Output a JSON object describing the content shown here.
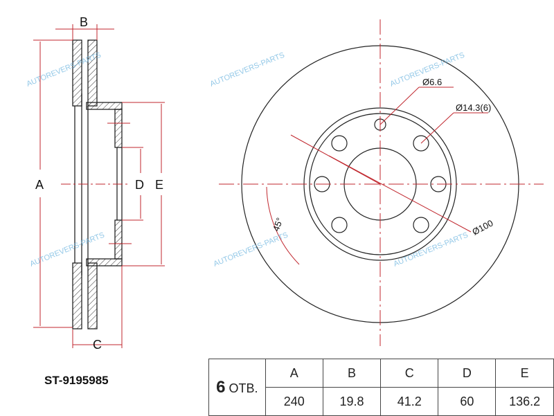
{
  "part_number": "ST-9195985",
  "watermark": "AUTOREVERS-PARTS",
  "section_labels": {
    "A": "A",
    "B": "B",
    "C": "C",
    "D": "D",
    "E": "E"
  },
  "front_labels": {
    "small_hole": "Ø6.6",
    "bolt_hole": "Ø14.3(6)",
    "pcd": "Ø100",
    "angle": "45°"
  },
  "table": {
    "holes_count": "6",
    "holes_unit": "ОТВ.",
    "headers": [
      "A",
      "B",
      "C",
      "D",
      "E"
    ],
    "values": [
      "240",
      "19.8",
      "41.2",
      "60",
      "136.2"
    ]
  },
  "colors": {
    "dimension": "#c0262d",
    "line": "#222222",
    "watermark": "#6fb6e0"
  }
}
